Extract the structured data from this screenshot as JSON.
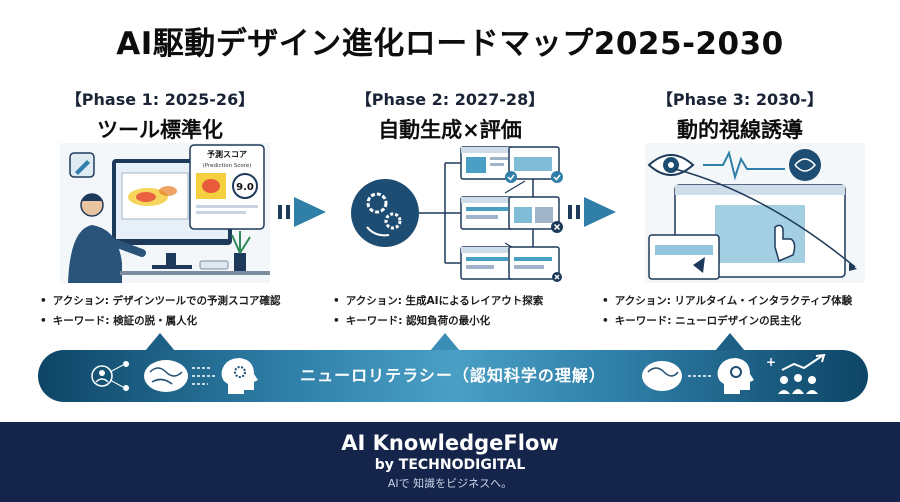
{
  "title": "AI駆動デザイン進化ロードマップ2025-2030",
  "phases": [
    {
      "label": "【Phase 1: 2025-26】",
      "name": "ツール標準化",
      "screen_title": "予測スコア",
      "screen_subtitle": "(Prediction Score)",
      "score": "9.0",
      "bullets": [
        "アクション: デザインツールでの予測スコア確認",
        "キーワード: 検証の脱・属人化"
      ]
    },
    {
      "label": "【Phase 2: 2027-28】",
      "name": "自動生成×評価",
      "bullets": [
        "アクション: 生成AIによるレイアウト探索",
        "キーワード: 認知負荷の最小化"
      ]
    },
    {
      "label": "【Phase 3: 2030-】",
      "name": "動的視線誘導",
      "bullets": [
        "アクション: リアルタイム・インタラクティブ体験",
        "キーワード: ニューロデザインの民主化"
      ]
    }
  ],
  "band": {
    "text": "ニューロリテラシー（認知科学の理解）"
  },
  "footer": {
    "brand": "AI KnowledgeFlow",
    "sub": "by TECHNODIGITAL",
    "tagline": "AIで 知識をビジネスへ。"
  },
  "colors": {
    "navy": "#14244a",
    "teal": "#2f7fa8",
    "light_blue": "#4a9fc5",
    "dark_blue": "#0e4566"
  }
}
